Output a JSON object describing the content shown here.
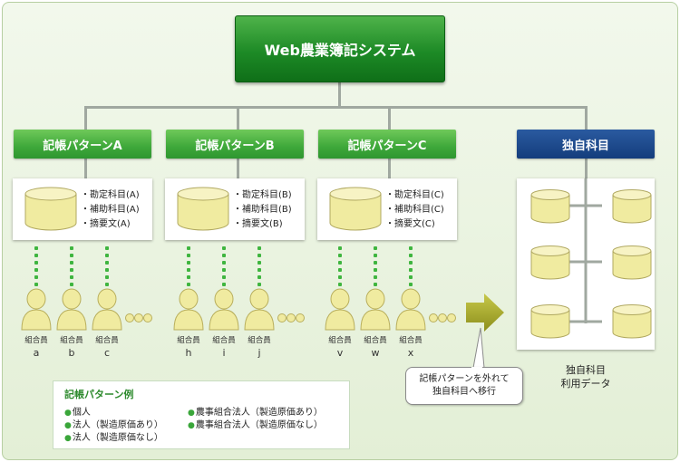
{
  "title": "Web農業簿記システム",
  "patterns": [
    {
      "label": "記帳パターンA",
      "subjects": [
        "・勘定科目(A)",
        "・補助科目(A)",
        "・摘要文(A)"
      ],
      "members": [
        {
          "role": "組合員",
          "id": "a"
        },
        {
          "role": "組合員",
          "id": "b"
        },
        {
          "role": "組合員",
          "id": "c"
        }
      ]
    },
    {
      "label": "記帳パターンB",
      "subjects": [
        "・勘定科目(B)",
        "・補助科目(B)",
        "・摘要文(B)"
      ],
      "members": [
        {
          "role": "組合員",
          "id": "h"
        },
        {
          "role": "組合員",
          "id": "i"
        },
        {
          "role": "組合員",
          "id": "j"
        }
      ]
    },
    {
      "label": "記帳パターンC",
      "subjects": [
        "・勘定科目(C)",
        "・補助科目(C)",
        "・摘要文(C)"
      ],
      "members": [
        {
          "role": "組合員",
          "id": "v"
        },
        {
          "role": "組合員",
          "id": "w"
        },
        {
          "role": "組合員",
          "id": "x"
        }
      ]
    }
  ],
  "own_subjects": {
    "header": "独自科目",
    "caption_line1": "独自科目",
    "caption_line2": "利用データ"
  },
  "callout": {
    "line1": "記帳パターンを外れて",
    "line2": "独自科目へ移行"
  },
  "legend": {
    "title": "記帳パターン例",
    "items": [
      "個人",
      "法人（製造原価あり）",
      "法人（製造原価なし）",
      "農事組合法人（製造原価あり）",
      "農事組合法人（製造原価なし）"
    ]
  },
  "colors": {
    "green_accent": "#3ea83a",
    "navy_accent": "#143d7c",
    "person_fill": "#f0eba0",
    "dot_green": "#3fb53f"
  }
}
